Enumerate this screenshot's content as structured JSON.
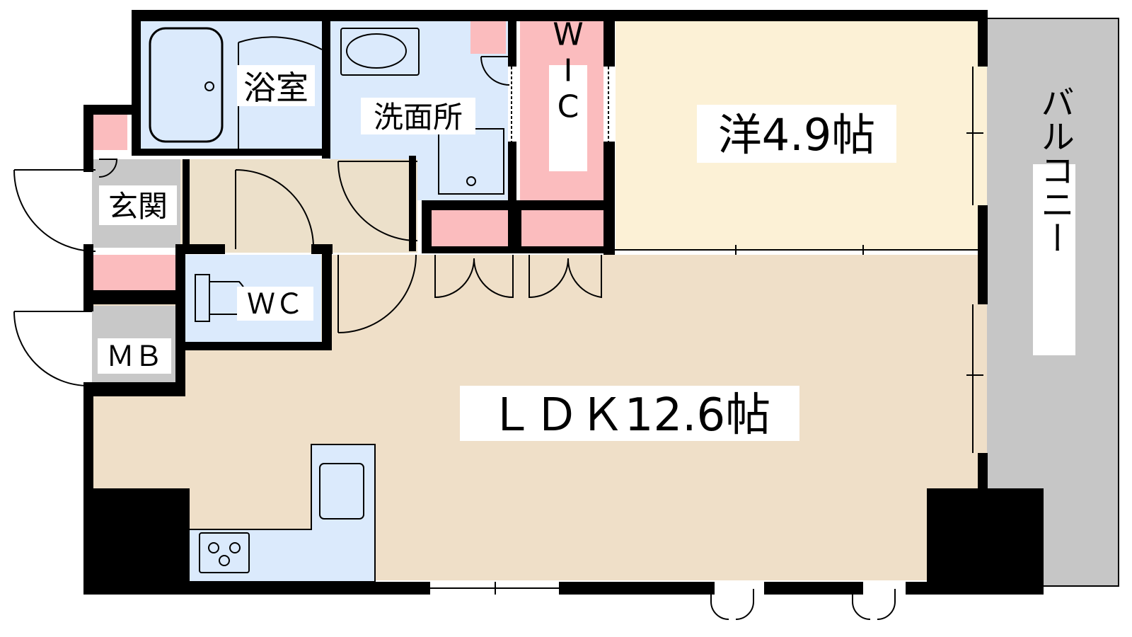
{
  "rooms": {
    "bath": "浴室",
    "washroom": "洗面所",
    "wic": "WIC",
    "western_room": "洋4.9帖",
    "balcony": "バルコニー",
    "entrance": "玄関",
    "wc": "ＷＣ",
    "mb": "ＭＢ",
    "ldk": "ＬＤＫ12.6帖"
  },
  "colors": {
    "wall": "#000000",
    "wet_area": "#dbeafc",
    "closet": "#fbbcbe",
    "western_floor": "#fcf1d6",
    "ldk_floor": "#efdfc8",
    "entrance_floor": "#c8c8c8",
    "balcony": "#c6c6c6",
    "hall": "#ece0ca"
  }
}
